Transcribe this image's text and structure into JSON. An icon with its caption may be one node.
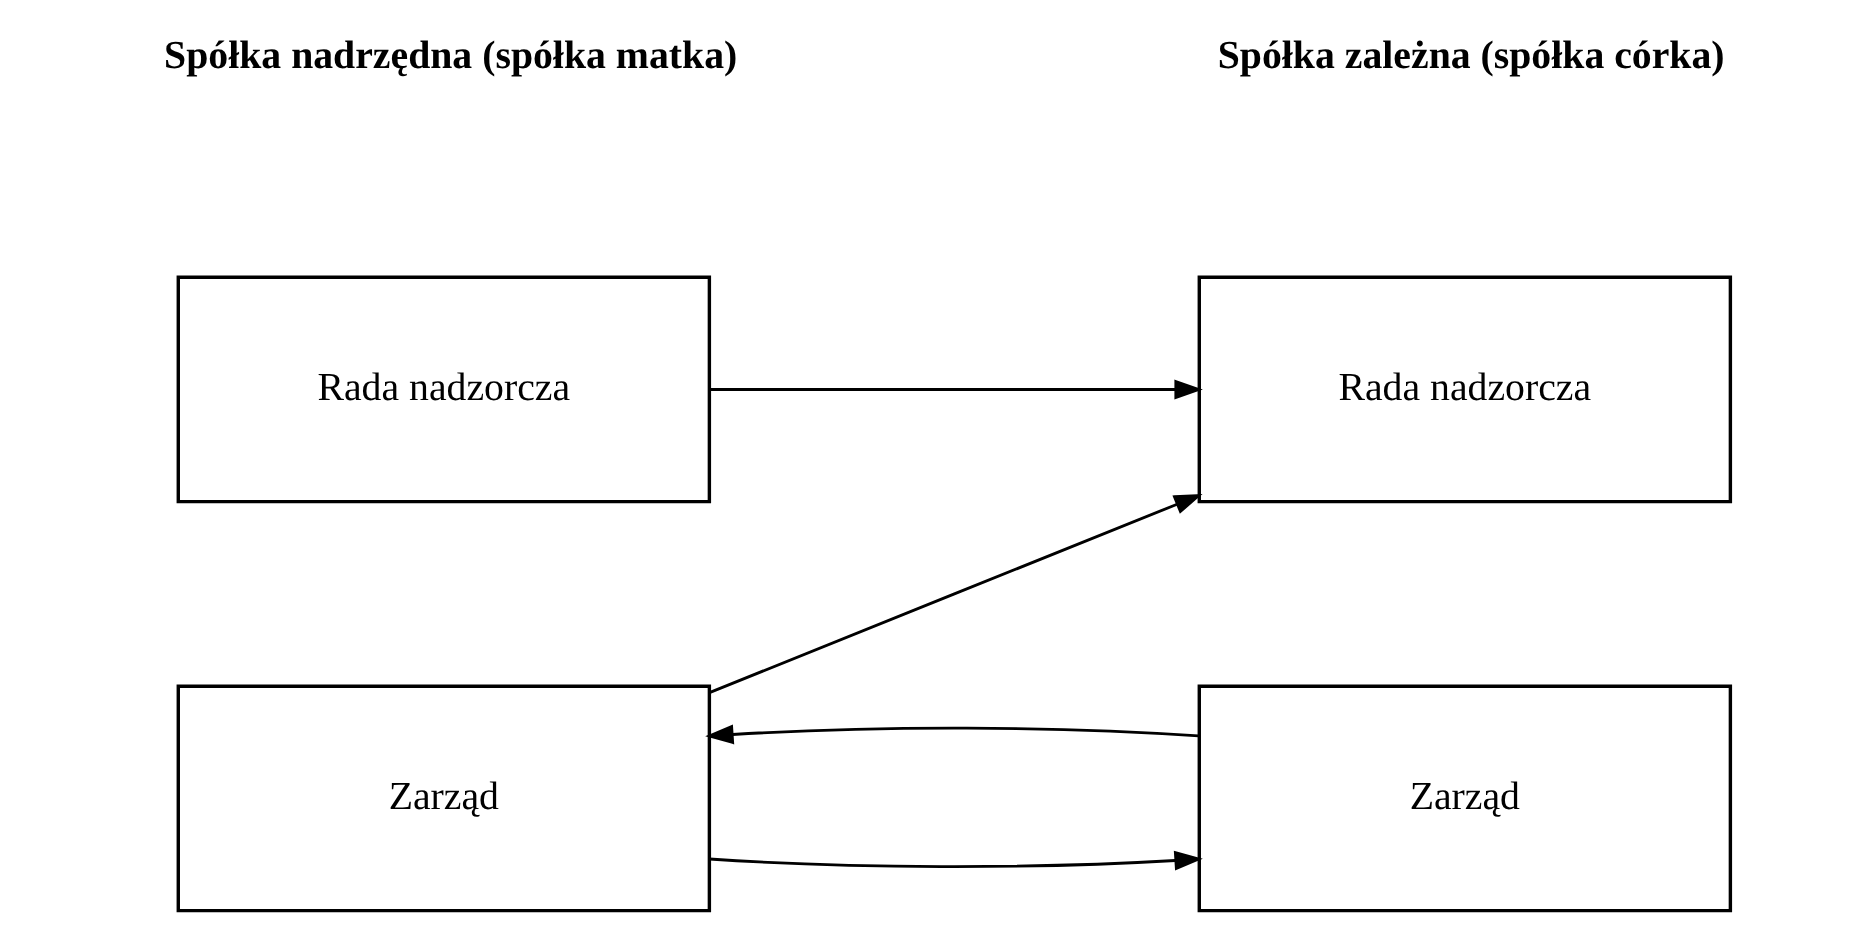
{
  "diagram": {
    "nodes": [
      {
        "text": [
          "Rada nadzorcza"
        ]
      },
      {
        "text": [
          "Zarząd"
        ]
      },
      {
        "text": [
          "Rada nadzorcza"
        ]
      },
      {
        "text": [
          "Zarząd"
        ]
      }
    ],
    "edges": [
      {
        "from": 0,
        "to": 2,
        "arrow": "to"
      },
      {
        "from": 1,
        "to": 2,
        "arrow": "to"
      },
      {
        "from": 1,
        "to": 3,
        "arrow": "to"
      },
      {
        "from": 3,
        "to": 1,
        "arrow": "to"
      }
    ],
    "labels": [
      "Spółka nadrzędna (spółka matka)",
      "Spółka zależna (spółka córka)"
    ]
  }
}
